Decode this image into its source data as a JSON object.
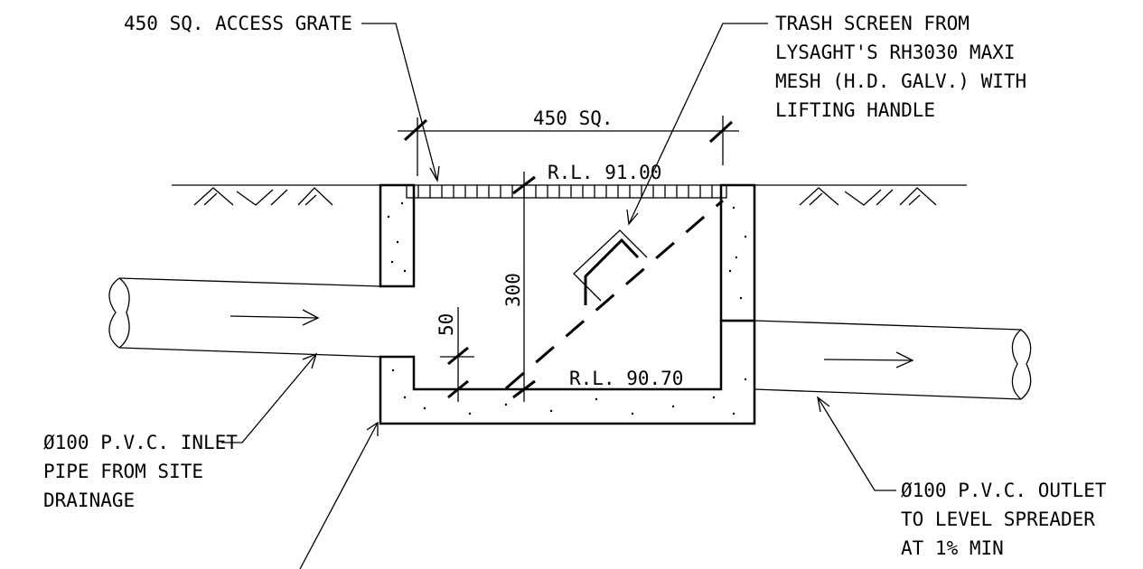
{
  "labels": {
    "access_grate": "450 SQ. ACCESS GRATE",
    "trash_screen": [
      "TRASH SCREEN FROM",
      "LYSAGHT'S RH3030 MAXI",
      "MESH (H.D. GALV.) WITH",
      "LIFTING HANDLE"
    ],
    "inlet_pipe": [
      "Ø100 P.V.C. INLET",
      "PIPE FROM SITE",
      "DRAINAGE"
    ],
    "outlet_pipe": [
      "Ø100 P.V.C. OUTLET",
      "TO LEVEL SPREADER",
      "AT 1% MIN"
    ]
  },
  "dimensions": {
    "grate_width": "450 SQ.",
    "depth": "300",
    "sump": "50",
    "rl_top": "R.L. 91.00",
    "rl_base": "R.L. 90.70"
  }
}
